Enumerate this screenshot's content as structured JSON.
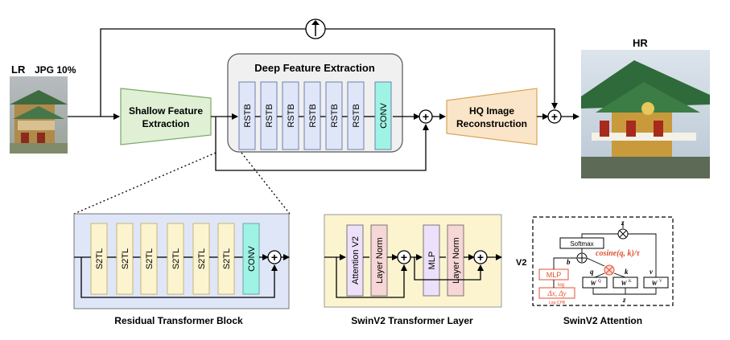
{
  "main": {
    "lr_label": "LR",
    "jpg_label": "JPG 10%",
    "hr_label": "HR",
    "shallow": [
      "Shallow Feature",
      "Extraction"
    ],
    "deep_title": "Deep Feature Extraction",
    "deep_blocks": [
      "RSTB",
      "RSTB",
      "RSTB",
      "RSTB",
      "RSTB",
      "RSTB",
      "CONV"
    ],
    "hq": [
      "HQ Image",
      "Reconstruction"
    ],
    "upsample_symbol": "↑",
    "plus_symbol": "+"
  },
  "rtb": {
    "title": "Residual Transformer Block",
    "blocks": [
      "S2TL",
      "S2TL",
      "S2TL",
      "S2TL",
      "S2TL",
      "S2TL",
      "CONV"
    ]
  },
  "swin_layer": {
    "title": "SwinV2 Transformer Layer",
    "blocks": [
      "Attention V2",
      "Layer Norm",
      "MLP",
      "Layer Norm"
    ]
  },
  "swin_attn": {
    "title": "SwinV2 Attention",
    "v2_label": "V2",
    "softmax": "Softmax",
    "z_top": "z",
    "b": "b",
    "q": "q",
    "k": "k",
    "v": "v",
    "cosine": "cosine(q, k)/τ",
    "mlp": "MLP",
    "log": "log",
    "delta": "Δx, Δy",
    "log_cpb": "Log-CPB",
    "wq": "W",
    "wk": "W",
    "wv": "W",
    "wq_sup": "Q",
    "wk_sup": "K",
    "wv_sup": "V",
    "z_bottom": "z"
  },
  "colors": {
    "green": "#dff0d4",
    "orange": "#fbe5c8",
    "blue": "#dfe6f8",
    "cyan": "#9ff3e4",
    "yellow": "#fcf4cf",
    "purple": "#ece0fa",
    "pink": "#f7d6d6",
    "red": "#e05030"
  }
}
